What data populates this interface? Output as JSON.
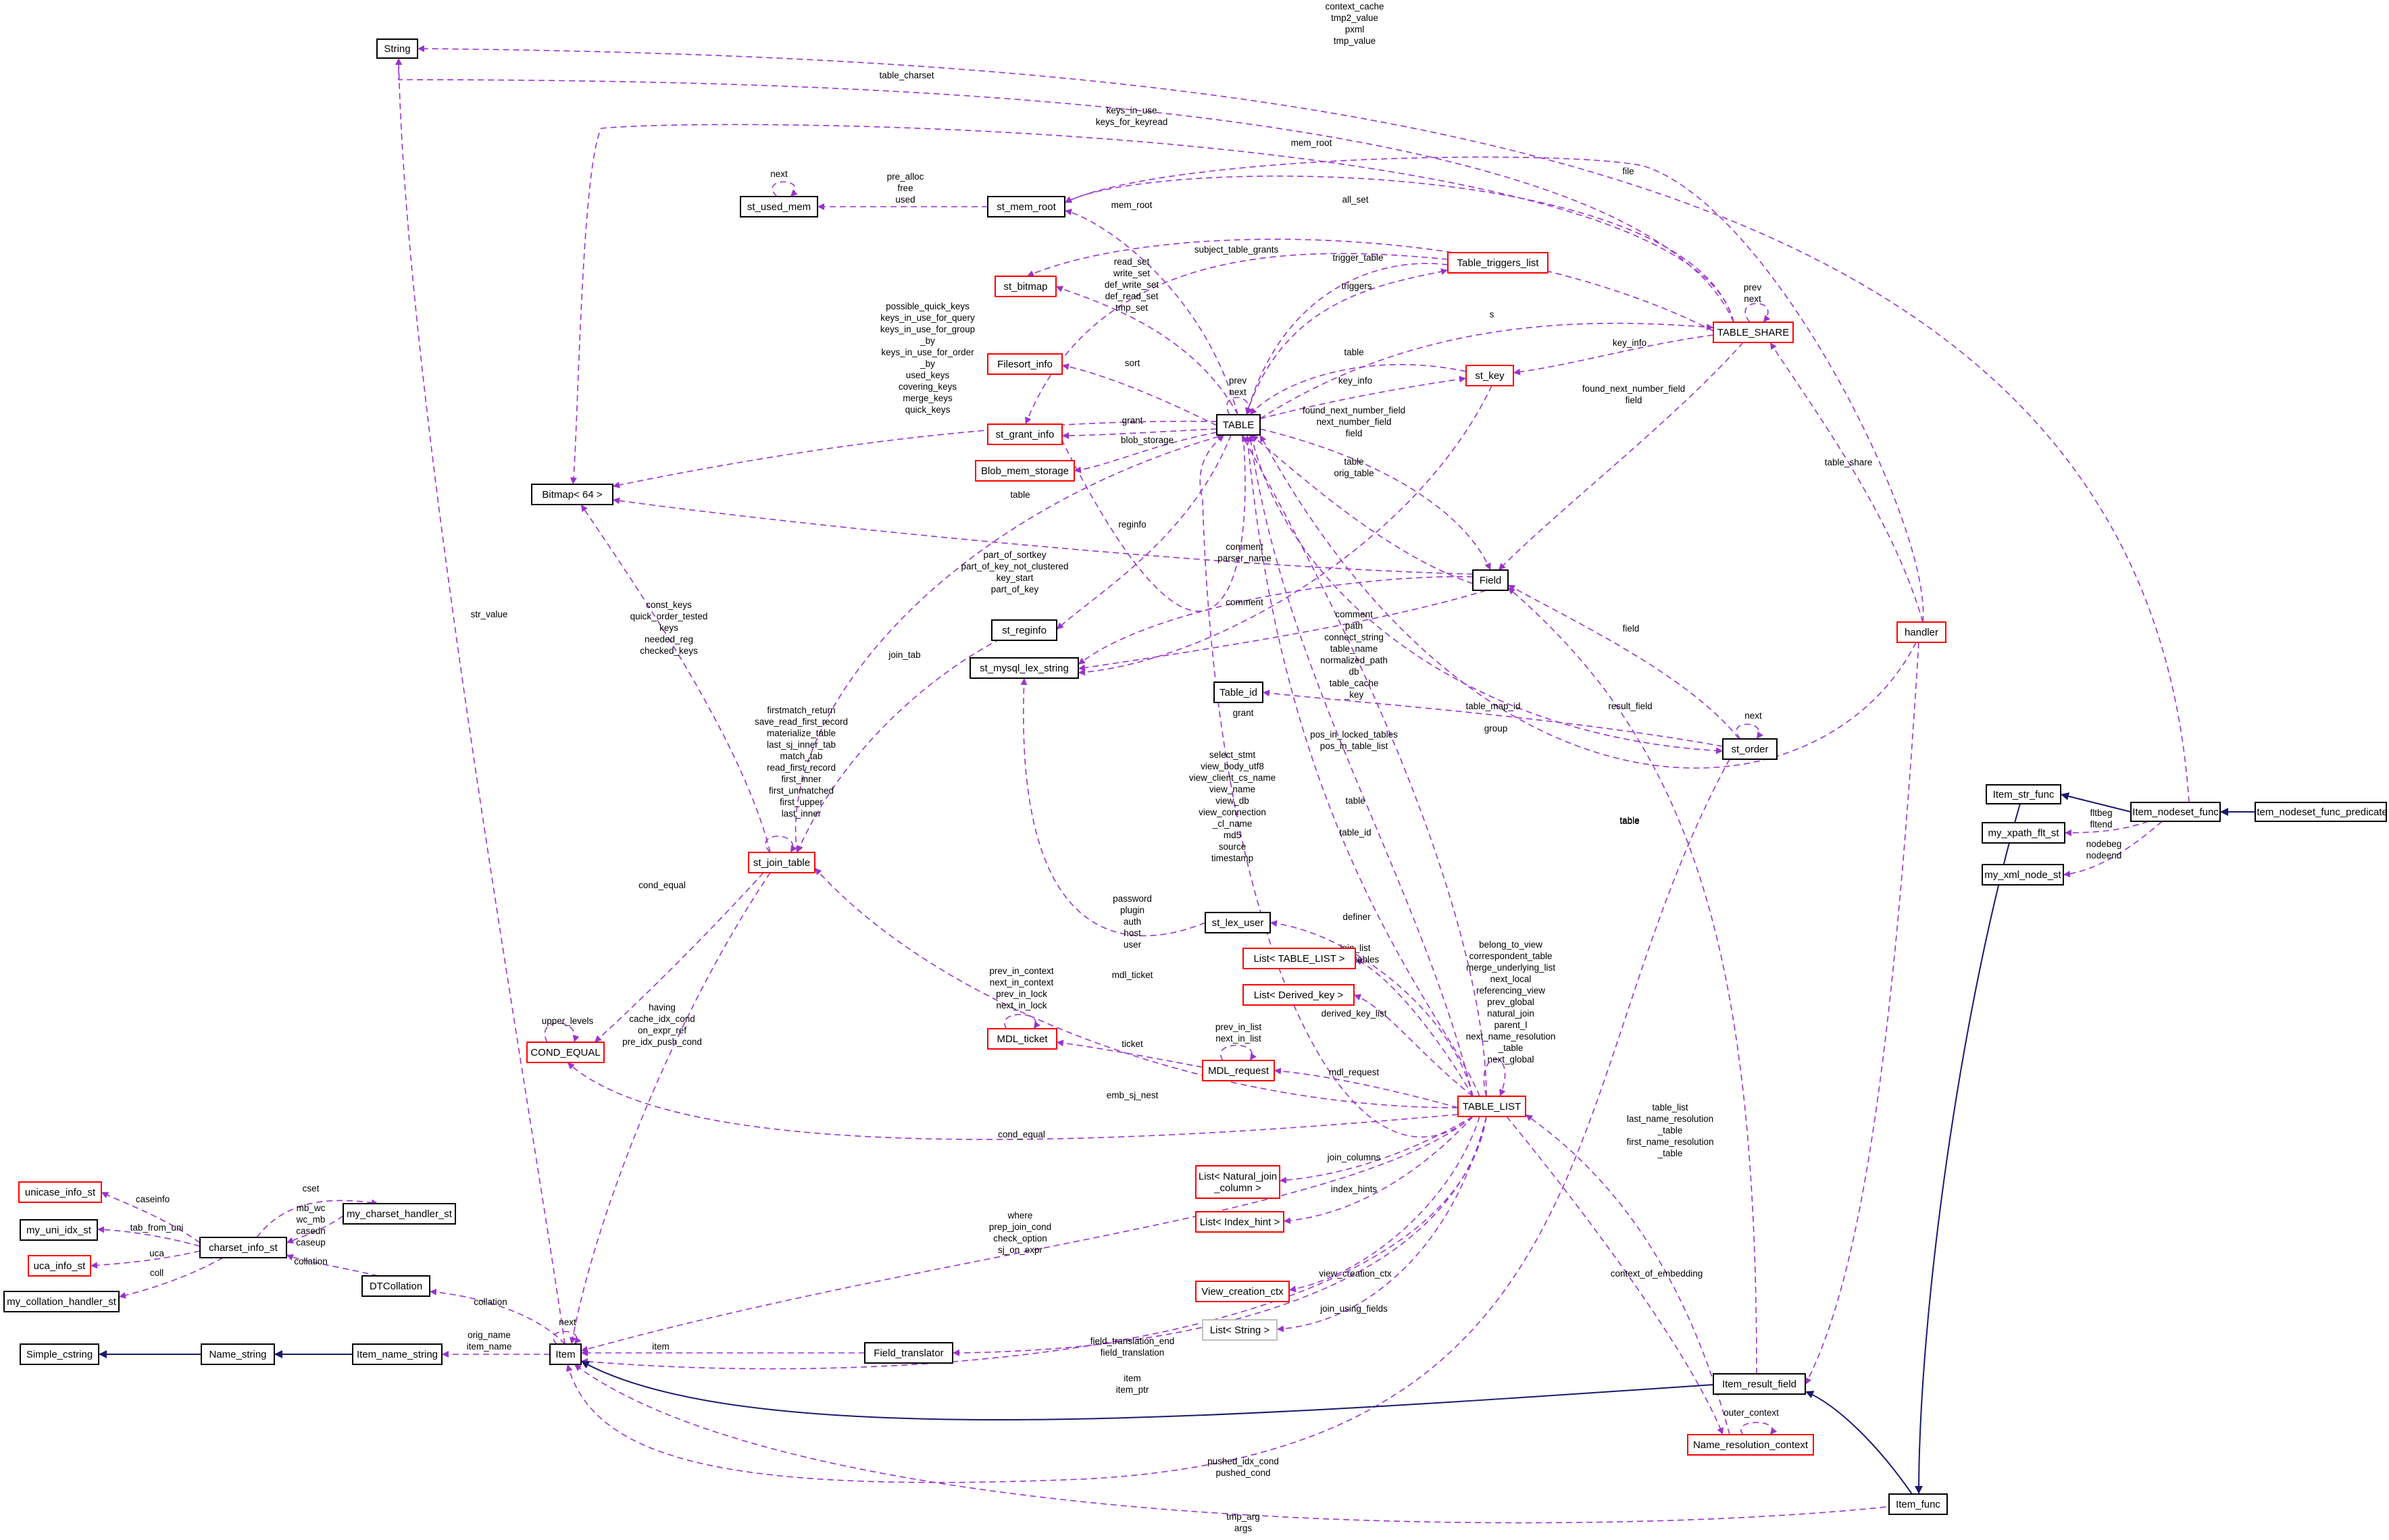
{
  "colors": {
    "usage_edge": "#9a32cd",
    "inherit_edge": "#191970",
    "documented_border": "#000000",
    "incomplete_border": "#ff0000",
    "undocumented_border": "#bfbfbf",
    "focus_fill": "#bfbfbf"
  },
  "nodes": [
    {
      "id": "String",
      "label": "String",
      "border": "black"
    },
    {
      "id": "Bitmap",
      "label": "Bitmap< 64 >",
      "border": "black"
    },
    {
      "id": "st_used_mem",
      "label": "st_used_mem",
      "border": "black"
    },
    {
      "id": "st_mem_root",
      "label": "st_mem_root",
      "border": "black"
    },
    {
      "id": "st_bitmap",
      "label": "st_bitmap",
      "border": "red"
    },
    {
      "id": "Filesort_info",
      "label": "Filesort_info",
      "border": "red"
    },
    {
      "id": "st_grant_info",
      "label": "st_grant_info",
      "border": "red"
    },
    {
      "id": "Blob_mem_storage",
      "label": "Blob_mem_storage",
      "border": "red"
    },
    {
      "id": "TABLE",
      "label": "TABLE",
      "border": "black"
    },
    {
      "id": "Table_triggers_list",
      "label": "Table_triggers_list",
      "border": "red"
    },
    {
      "id": "TABLE_SHARE",
      "label": "TABLE_SHARE",
      "border": "red"
    },
    {
      "id": "st_key",
      "label": "st_key",
      "border": "red"
    },
    {
      "id": "Field",
      "label": "Field",
      "border": "black"
    },
    {
      "id": "handler",
      "label": "handler",
      "border": "red"
    },
    {
      "id": "st_reginfo",
      "label": "st_reginfo",
      "border": "black"
    },
    {
      "id": "st_mysql_lex_string",
      "label": "st_mysql_lex_string",
      "border": "black"
    },
    {
      "id": "Table_id",
      "label": "Table_id",
      "border": "black"
    },
    {
      "id": "st_order",
      "label": "st_order",
      "border": "black"
    },
    {
      "id": "st_join_table",
      "label": "st_join_table",
      "border": "red"
    },
    {
      "id": "COND_EQUAL",
      "label": "COND_EQUAL",
      "border": "red"
    },
    {
      "id": "st_lex_user",
      "label": "st_lex_user",
      "border": "black"
    },
    {
      "id": "List_TABLE_LIST",
      "label": "List< TABLE_LIST >",
      "border": "red"
    },
    {
      "id": "List_Derived_key",
      "label": "List< Derived_key >",
      "border": "red"
    },
    {
      "id": "MDL_ticket",
      "label": "MDL_ticket",
      "border": "red"
    },
    {
      "id": "MDL_request",
      "label": "MDL_request",
      "border": "red"
    },
    {
      "id": "TABLE_LIST",
      "label": "TABLE_LIST",
      "border": "red"
    },
    {
      "id": "List_Natural_join",
      "label": "List< Natural_join\n_column >",
      "border": "red"
    },
    {
      "id": "List_Index_hint",
      "label": "List< Index_hint >",
      "border": "red"
    },
    {
      "id": "View_creation_ctx",
      "label": "View_creation_ctx",
      "border": "red"
    },
    {
      "id": "List_String",
      "label": "List< String >",
      "border": "grey"
    },
    {
      "id": "Field_translator",
      "label": "Field_translator",
      "border": "black"
    },
    {
      "id": "unicase_info_st",
      "label": "unicase_info_st",
      "border": "red"
    },
    {
      "id": "my_uni_idx_st",
      "label": "my_uni_idx_st",
      "border": "black"
    },
    {
      "id": "uca_info_st",
      "label": "uca_info_st",
      "border": "red"
    },
    {
      "id": "my_collation_handler_st",
      "label": "my_collation_handler_st",
      "border": "black"
    },
    {
      "id": "charset_info_st",
      "label": "charset_info_st",
      "border": "black"
    },
    {
      "id": "my_charset_handler_st",
      "label": "my_charset_handler_st",
      "border": "black"
    },
    {
      "id": "DTCollation",
      "label": "DTCollation",
      "border": "black"
    },
    {
      "id": "Simple_cstring",
      "label": "Simple_cstring",
      "border": "black"
    },
    {
      "id": "Name_string",
      "label": "Name_string",
      "border": "black"
    },
    {
      "id": "Item_name_string",
      "label": "Item_name_string",
      "border": "black"
    },
    {
      "id": "Item",
      "label": "Item",
      "border": "black"
    },
    {
      "id": "Item_result_field",
      "label": "Item_result_field",
      "border": "black"
    },
    {
      "id": "Name_resolution_context",
      "label": "Name_resolution_context",
      "border": "red"
    },
    {
      "id": "Item_func",
      "label": "Item_func",
      "border": "black"
    },
    {
      "id": "Item_str_func",
      "label": "Item_str_func",
      "border": "black"
    },
    {
      "id": "Item_nodeset_func",
      "label": "Item_nodeset_func",
      "border": "black"
    },
    {
      "id": "Item_nodeset_func_predicate",
      "label": "Item_nodeset_func_predicate",
      "border": "focus"
    },
    {
      "id": "my_xpath_flt_st",
      "label": "my_xpath_flt_st",
      "border": "black"
    },
    {
      "id": "my_xml_node_st",
      "label": "my_xml_node_st",
      "border": "black"
    }
  ],
  "edge_labels": [
    {
      "id": "l_ctx_cache",
      "lines": [
        "context_cache",
        "tmp2_value",
        "pxml",
        "tmp_value"
      ]
    },
    {
      "id": "l_table_charset",
      "lines": [
        "table_charset"
      ]
    },
    {
      "id": "l_keys_in_use",
      "lines": [
        "keys_in_use",
        "keys_for_keyread"
      ]
    },
    {
      "id": "l_mem_root_top",
      "lines": [
        "mem_root"
      ]
    },
    {
      "id": "l_file",
      "lines": [
        "file"
      ]
    },
    {
      "id": "l_next_used_mem",
      "lines": [
        "next"
      ]
    },
    {
      "id": "l_pre_alloc",
      "lines": [
        "pre_alloc",
        "free",
        "used"
      ]
    },
    {
      "id": "l_mem_root_table",
      "lines": [
        "mem_root"
      ]
    },
    {
      "id": "l_all_set",
      "lines": [
        "all_set"
      ]
    },
    {
      "id": "l_prev_next_share",
      "lines": [
        "prev",
        "next"
      ]
    },
    {
      "id": "l_subject_grants",
      "lines": [
        "subject_table_grants"
      ]
    },
    {
      "id": "l_read_set",
      "lines": [
        "read_set",
        "write_set",
        "def_write_set",
        "def_read_set",
        "tmp_set"
      ]
    },
    {
      "id": "l_trigger_table",
      "lines": [
        "trigger_table"
      ]
    },
    {
      "id": "l_triggers",
      "lines": [
        "triggers"
      ]
    },
    {
      "id": "l_s",
      "lines": [
        "s"
      ]
    },
    {
      "id": "l_possible_keys",
      "lines": [
        "possible_quick_keys",
        "keys_in_use_for_query",
        "keys_in_use_for_group",
        "_by",
        "keys_in_use_for_order",
        "_by",
        "used_keys",
        "covering_keys",
        "merge_keys",
        "quick_keys"
      ]
    },
    {
      "id": "l_key_info_share",
      "lines": [
        "key_info"
      ]
    },
    {
      "id": "l_table_stkey",
      "lines": [
        "table"
      ]
    },
    {
      "id": "l_sort",
      "lines": [
        "sort"
      ]
    },
    {
      "id": "l_prev_next_table",
      "lines": [
        "prev",
        "next"
      ]
    },
    {
      "id": "l_key_info_table",
      "lines": [
        "key_info"
      ]
    },
    {
      "id": "l_found_next_share",
      "lines": [
        "found_next_number_field",
        "field"
      ]
    },
    {
      "id": "l_grant",
      "lines": [
        "grant"
      ]
    },
    {
      "id": "l_found_next_table",
      "lines": [
        "found_next_number_field",
        "next_number_field",
        "field"
      ]
    },
    {
      "id": "l_blob_storage",
      "lines": [
        "blob_storage"
      ]
    },
    {
      "id": "l_table_share_h",
      "lines": [
        "table_share"
      ]
    },
    {
      "id": "l_table_orig",
      "lines": [
        "table",
        "orig_table"
      ]
    },
    {
      "id": "l_table_jt",
      "lines": [
        "table"
      ]
    },
    {
      "id": "l_reginfo",
      "lines": [
        "reginfo"
      ]
    },
    {
      "id": "l_comment_parser",
      "lines": [
        "comment",
        "parser_name"
      ]
    },
    {
      "id": "l_part_of_sortkey",
      "lines": [
        "part_of_sortkey",
        "part_of_key_not_clustered",
        "key_start",
        "part_of_key"
      ]
    },
    {
      "id": "l_comment_field",
      "lines": [
        "comment"
      ]
    },
    {
      "id": "l_const_keys",
      "lines": [
        "const_keys",
        "quick_order_tested",
        "keys",
        "needed_reg",
        "checked_keys"
      ]
    },
    {
      "id": "l_str_value",
      "lines": [
        "str_value"
      ]
    },
    {
      "id": "l_join_tab",
      "lines": [
        "join_tab"
      ]
    },
    {
      "id": "l_comment_path",
      "lines": [
        "comment",
        "path",
        "connect_string",
        "table_name",
        "normalized_path",
        "db",
        "table_cache",
        "_key"
      ]
    },
    {
      "id": "l_field_order",
      "lines": [
        "field"
      ]
    },
    {
      "id": "l_firstmatch",
      "lines": [
        "firstmatch_return",
        "save_read_first_record",
        "materialize_table",
        "last_sj_inner_tab",
        "match_tab",
        "read_first_record",
        "first_inner",
        "first_unmatched",
        "first_upper",
        "last_inner"
      ]
    },
    {
      "id": "l_grant_tl",
      "lines": [
        "grant"
      ]
    },
    {
      "id": "l_table_map_id",
      "lines": [
        "table_map_id"
      ]
    },
    {
      "id": "l_result_field",
      "lines": [
        "result_field"
      ]
    },
    {
      "id": "l_next_order",
      "lines": [
        "next"
      ]
    },
    {
      "id": "l_group",
      "lines": [
        "group"
      ]
    },
    {
      "id": "l_pos_in_locked",
      "lines": [
        "pos_in_locked_tables",
        "pos_in_table_list"
      ]
    },
    {
      "id": "l_select_stmt",
      "lines": [
        "select_stmt",
        "view_body_utf8",
        "view_client_cs_name",
        "view_name",
        "view_db",
        "view_connection",
        "_cl_name",
        "md5",
        "source",
        "timestamp"
      ]
    },
    {
      "id": "l_table_tl",
      "lines": [
        "table"
      ]
    },
    {
      "id": "l_table_id",
      "lines": [
        "table_id"
      ]
    },
    {
      "id": "l_table_right",
      "lines": [
        "table"
      ]
    },
    {
      "id": "l_cond_equal_jt",
      "lines": [
        "cond_equal"
      ]
    },
    {
      "id": "l_password",
      "lines": [
        "password",
        "plugin",
        "auth",
        "host",
        "user"
      ]
    },
    {
      "id": "l_definer",
      "lines": [
        "definer"
      ]
    },
    {
      "id": "l_join_list",
      "lines": [
        "join_list",
        "view_tables"
      ]
    },
    {
      "id": "l_belong_to_view",
      "lines": [
        "belong_to_view",
        "correspondent_table",
        "merge_underlying_list",
        "next_local",
        "referencing_view",
        "prev_global",
        "natural_join",
        "parent_l",
        "next_name_resolution",
        "_table",
        "next_global"
      ]
    },
    {
      "id": "l_upper_levels",
      "lines": [
        "upper_levels"
      ]
    },
    {
      "id": "l_having",
      "lines": [
        "having",
        "cache_idx_cond",
        "on_expr_ref",
        "pre_idx_push_cond"
      ]
    },
    {
      "id": "l_mdl_ticket",
      "lines": [
        "mdl_ticket"
      ]
    },
    {
      "id": "l_prev_in_context",
      "lines": [
        "prev_in_context",
        "next_in_context",
        "prev_in_lock",
        "next_in_lock"
      ]
    },
    {
      "id": "l_derived_key_list",
      "lines": [
        "derived_key_list"
      ]
    },
    {
      "id": "l_prev_in_list",
      "lines": [
        "prev_in_list",
        "next_in_list"
      ]
    },
    {
      "id": "l_ticket",
      "lines": [
        "ticket"
      ]
    },
    {
      "id": "l_mdl_request",
      "lines": [
        "mdl_request"
      ]
    },
    {
      "id": "l_emb_sj_nest",
      "lines": [
        "emb_sj_nest"
      ]
    },
    {
      "id": "l_cond_equal_tl",
      "lines": [
        "cond_equal"
      ]
    },
    {
      "id": "l_table_list",
      "lines": [
        "table_list",
        "last_name_resolution",
        "_table",
        "first_name_resolution",
        "_table"
      ]
    },
    {
      "id": "l_join_columns",
      "lines": [
        "join_columns"
      ]
    },
    {
      "id": "l_index_hints",
      "lines": [
        "index_hints"
      ]
    },
    {
      "id": "l_caseinfo",
      "lines": [
        "caseinfo"
      ]
    },
    {
      "id": "l_cset",
      "lines": [
        "cset"
      ]
    },
    {
      "id": "l_tab_from_uni",
      "lines": [
        "tab_from_uni"
      ]
    },
    {
      "id": "l_mb_wc",
      "lines": [
        "mb_wc",
        "wc_mb",
        "casedn",
        "caseup"
      ]
    },
    {
      "id": "l_uca",
      "lines": [
        "uca"
      ]
    },
    {
      "id": "l_collation_cs",
      "lines": [
        "collation"
      ]
    },
    {
      "id": "l_coll",
      "lines": [
        "coll"
      ]
    },
    {
      "id": "l_where",
      "lines": [
        "where",
        "prep_join_cond",
        "check_option",
        "sj_on_expr"
      ]
    },
    {
      "id": "l_context_embedding",
      "lines": [
        "context_of_embedding"
      ]
    },
    {
      "id": "l_view_creation_ctx",
      "lines": [
        "view_creation_ctx"
      ]
    },
    {
      "id": "l_collation_dt",
      "lines": [
        "collation"
      ]
    },
    {
      "id": "l_next_item",
      "lines": [
        "next"
      ]
    },
    {
      "id": "l_join_using",
      "lines": [
        "join_using_fields"
      ]
    },
    {
      "id": "l_orig_name",
      "lines": [
        "orig_name",
        "item_name"
      ]
    },
    {
      "id": "l_item_ft",
      "lines": [
        "item"
      ]
    },
    {
      "id": "l_field_translation",
      "lines": [
        "field_translation_end",
        "field_translation"
      ]
    },
    {
      "id": "l_item_ptr",
      "lines": [
        "item",
        "item_ptr"
      ]
    },
    {
      "id": "l_outer_context",
      "lines": [
        "outer_context"
      ]
    },
    {
      "id": "l_pushed_idx",
      "lines": [
        "pushed_idx_cond",
        "pushed_cond"
      ]
    },
    {
      "id": "l_tmp_arg",
      "lines": [
        "tmp_arg",
        "args"
      ]
    },
    {
      "id": "l_table_handler",
      "lines": [
        "table"
      ]
    },
    {
      "id": "l_fltbeg",
      "lines": [
        "fltbeg",
        "fltend"
      ]
    },
    {
      "id": "l_nodebeg",
      "lines": [
        "nodebeg",
        "nodeend"
      ]
    }
  ]
}
